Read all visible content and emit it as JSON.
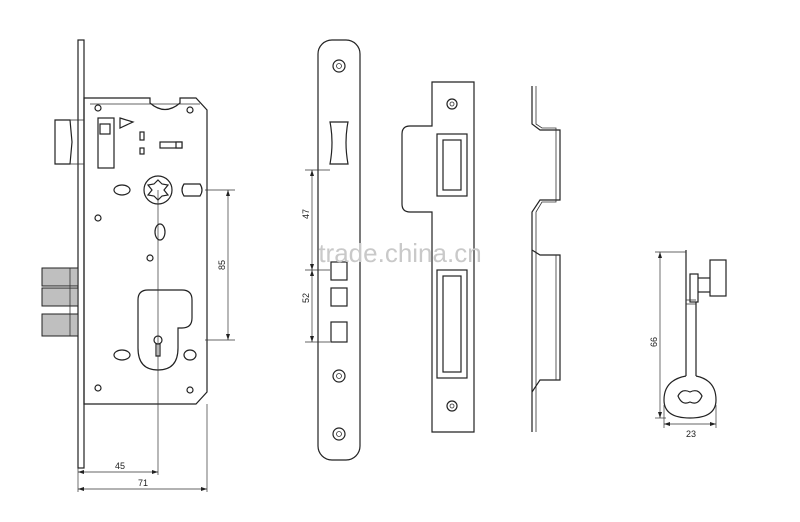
{
  "watermark": "trade.china.cn",
  "dimensions": {
    "lock_backset": "45",
    "lock_width": "71",
    "lock_center": "85",
    "faceplate_upper": "47",
    "faceplate_lower": "52",
    "key_length": "66",
    "key_bow": "23"
  },
  "colors": {
    "line": "#222222",
    "shade": "#bfbfbf",
    "watermark": "#c9c9c9"
  }
}
